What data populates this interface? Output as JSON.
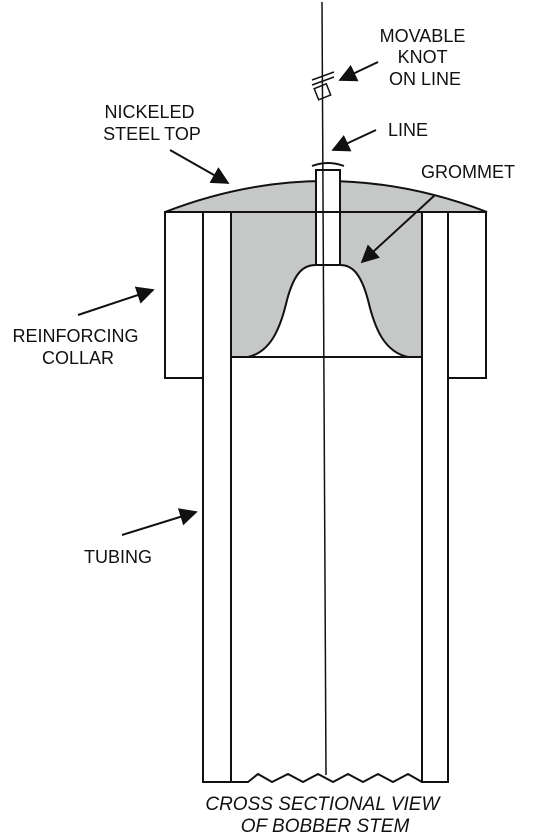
{
  "labels": {
    "movable_knot": [
      "MOVABLE",
      "KNOT",
      "ON LINE"
    ],
    "line": "LINE",
    "nickeled_steel_top": [
      "NICKELED",
      "STEEL TOP"
    ],
    "grommet": "GROMMET",
    "reinforcing_collar": [
      "REINFORCING",
      "COLLAR"
    ],
    "tubing": "TUBING"
  },
  "caption": [
    "CROSS SECTIONAL VIEW",
    "OF BOBBER STEM"
  ],
  "colors": {
    "fill_gray": "#c6c8c7",
    "stroke": "#111111"
  }
}
